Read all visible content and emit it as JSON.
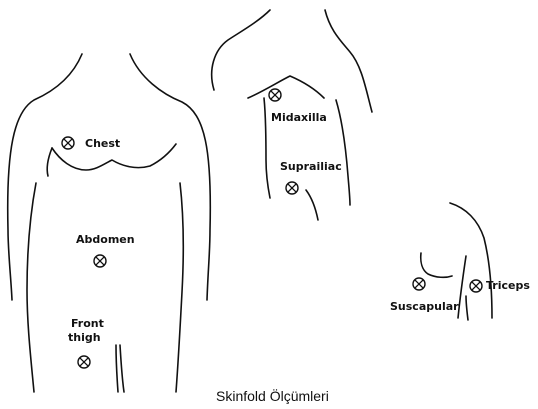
{
  "caption": "Skinfold Ölçümleri",
  "sites": {
    "chest": "Chest",
    "abdomen": "Abdomen",
    "front_thigh_line1": "Front",
    "front_thigh_line2": "thigh",
    "midaxilla": "Midaxilla",
    "suprailiac": "Suprailiac",
    "suscapular": "Suscapular",
    "triceps": "Triceps"
  },
  "marker_symbol": "circled-x-marker",
  "colors": {
    "line": "#111111",
    "background": "#ffffff"
  }
}
